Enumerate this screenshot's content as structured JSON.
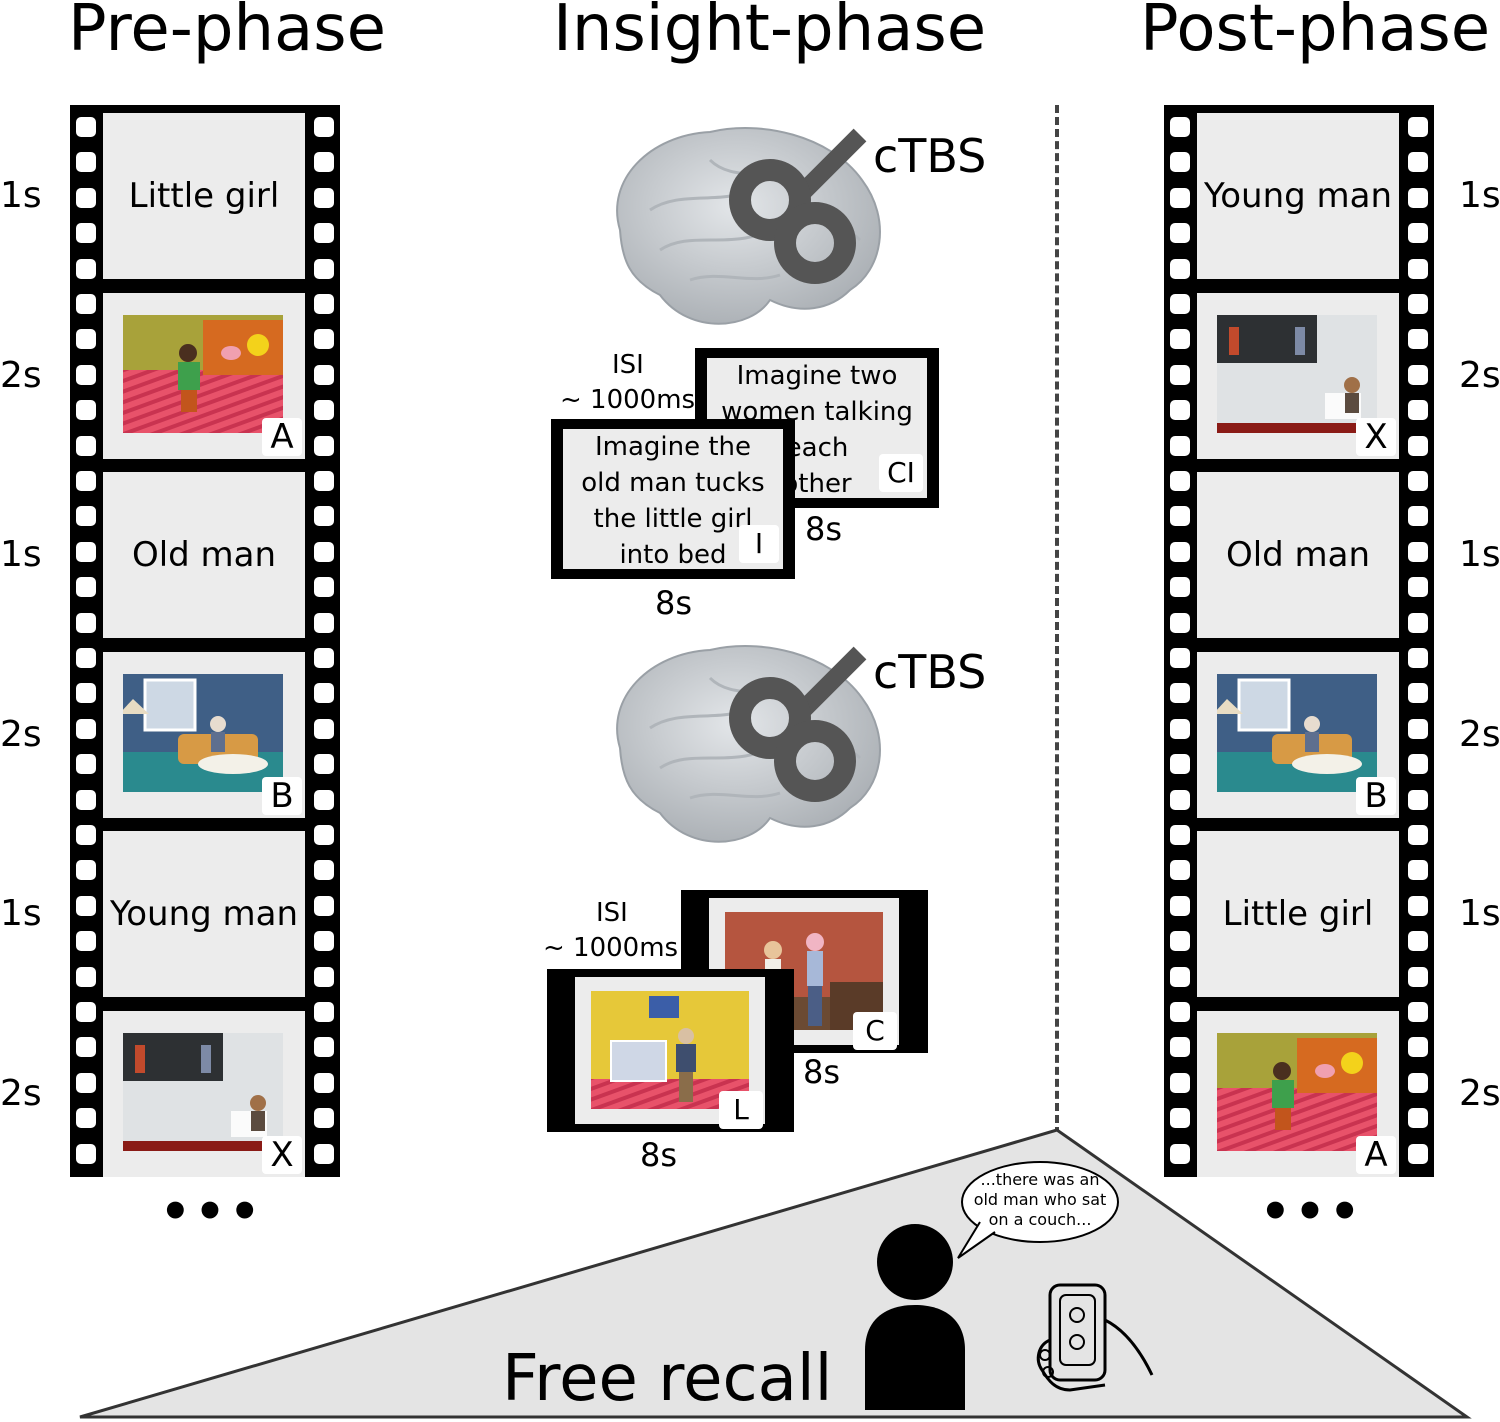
{
  "titles": {
    "pre": "Pre-phase",
    "insight": "Insight-phase",
    "post": "Post-phase"
  },
  "pre_phase": {
    "frames": [
      {
        "kind": "word",
        "text": "Little girl",
        "duration": "1s"
      },
      {
        "kind": "image",
        "scene": "girl-bedroom",
        "letter": "A",
        "duration": "2s"
      },
      {
        "kind": "word",
        "text": "Old man",
        "duration": "1s"
      },
      {
        "kind": "image",
        "scene": "oldman-livingroom",
        "letter": "B",
        "duration": "2s"
      },
      {
        "kind": "word",
        "text": "Young man",
        "duration": "1s"
      },
      {
        "kind": "image",
        "scene": "youngman-lounge",
        "letter": "X",
        "duration": "2s"
      }
    ],
    "ellipsis": "•••"
  },
  "post_phase": {
    "frames": [
      {
        "kind": "word",
        "text": "Young man",
        "duration": "1s"
      },
      {
        "kind": "image",
        "scene": "youngman-lounge",
        "letter": "X",
        "duration": "2s"
      },
      {
        "kind": "word",
        "text": "Old man",
        "duration": "1s"
      },
      {
        "kind": "image",
        "scene": "oldman-livingroom",
        "letter": "B",
        "duration": "2s"
      },
      {
        "kind": "word",
        "text": "Little girl",
        "duration": "1s"
      },
      {
        "kind": "image",
        "scene": "girl-bedroom",
        "letter": "A",
        "duration": "2s"
      }
    ],
    "ellipsis": "•••"
  },
  "insight_phase": {
    "stim_label": "cTBS",
    "isi_label_line1": "ISI",
    "isi_label_line2": "~ 1000ms",
    "verbal": {
      "back_card_lines": [
        "Imagine two",
        "women talking",
        "each",
        "other"
      ],
      "back_card_code": "CI",
      "back_card_duration": "8s",
      "front_card_lines": [
        "Imagine the",
        "old man tucks",
        "the little girl",
        "into bed"
      ],
      "front_card_code": "I",
      "front_card_duration": "8s"
    },
    "visual": {
      "back_card_code": "C",
      "back_card_duration": "8s",
      "front_card_code": "L",
      "front_card_duration": "8s"
    }
  },
  "recall": {
    "label": "Free recall",
    "speech_line1": "...there was an",
    "speech_line2": "old man who sat",
    "speech_line3": "on a couch...",
    "icons": [
      "person-icon",
      "recorder-hand-icon"
    ]
  },
  "colors": {
    "frame_bg": "#ececec",
    "brain": "#c9cdd1",
    "coil": "#555555",
    "recall_bg": "#e4e4e4"
  }
}
